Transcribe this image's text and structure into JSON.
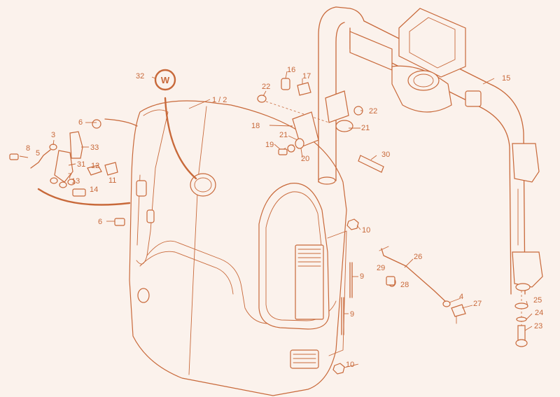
{
  "diagram": {
    "callouts": {
      "c1_2": "1 / 2",
      "c3": "3",
      "c4": "4",
      "c5": "5",
      "c6a": "6",
      "c6b": "6",
      "c7": "7",
      "c8": "8",
      "c9a": "9",
      "c9b": "9",
      "c10a": "10",
      "c10b": "10",
      "c11": "11",
      "c12": "12",
      "c13": "13",
      "c14": "14",
      "c15": "15",
      "c16": "16",
      "c17": "17",
      "c18": "18",
      "c19": "19",
      "c20": "20",
      "c21a": "21",
      "c21b": "21",
      "c22a": "22",
      "c22b": "22",
      "c23": "23",
      "c24": "24",
      "c25": "25",
      "c26": "26",
      "c27": "27",
      "c28": "28",
      "c29": "29",
      "c30": "30",
      "c31": "31",
      "c32": "32",
      "c33": "33"
    },
    "logo_letter": "W",
    "line_color": "#c8693a",
    "background_color": "#fbf2ec"
  }
}
